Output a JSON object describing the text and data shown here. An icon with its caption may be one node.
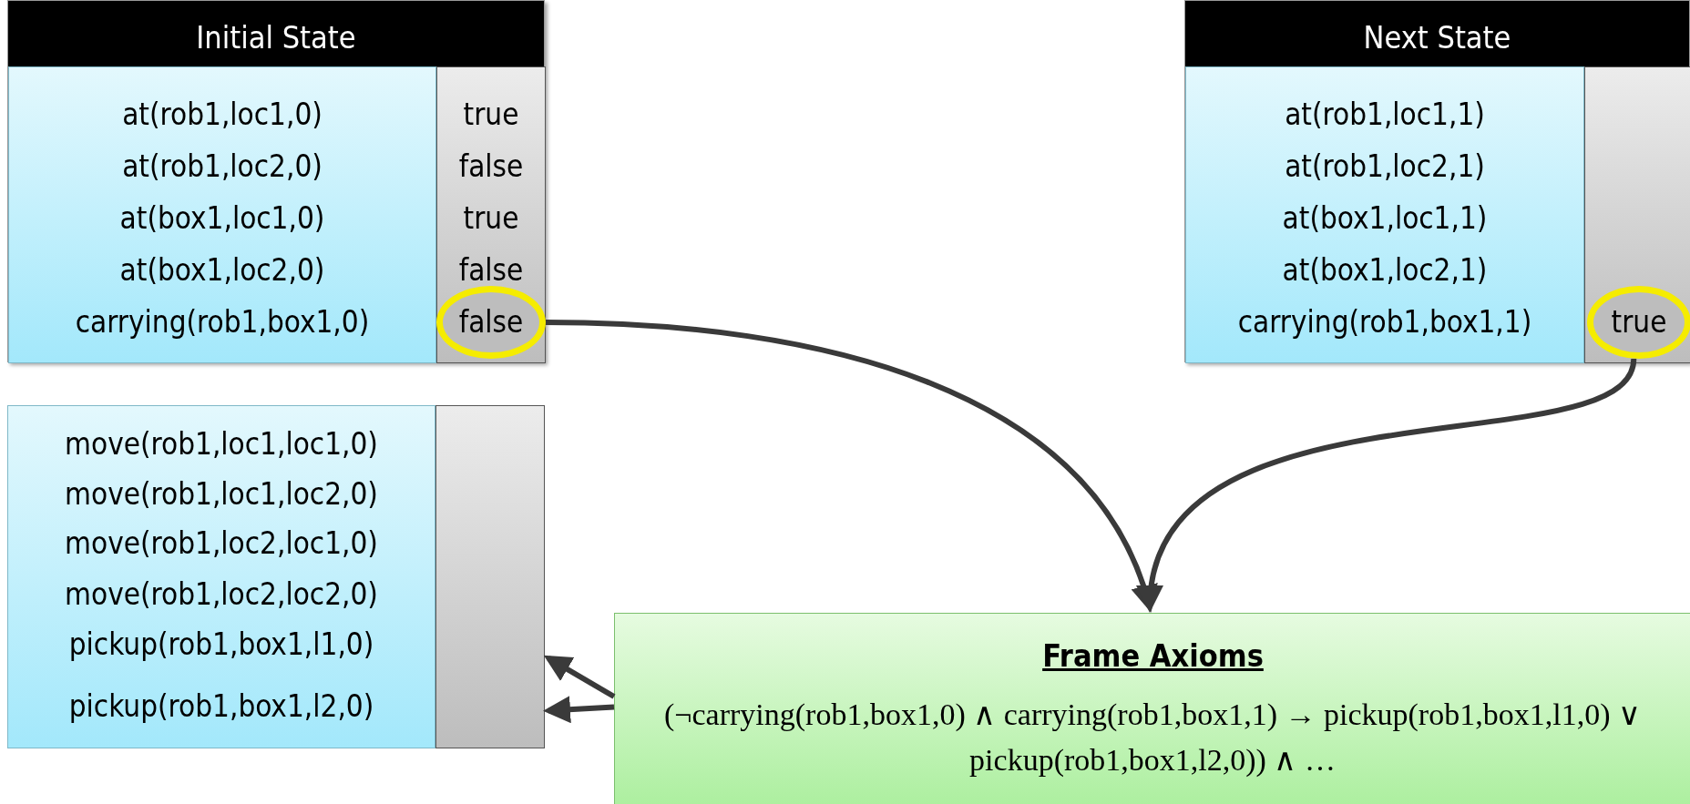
{
  "diagram": {
    "nodes": [
      {
        "text": [
          "Initial State"
        ]
      },
      {
        "text": [
          "at(rob1,loc1,0)",
          "at(rob1,loc2,0)",
          "at(box1,loc1,0)",
          "at(box1,loc2,0)",
          "carrying(rob1,box1,0)"
        ],
        "in": 0
      },
      {
        "text": [
          "true",
          "false",
          "true",
          "false"
        ],
        "in": 0
      },
      {
        "text": [
          "false"
        ],
        "in": 2
      },
      {
        "text": [
          "Next State"
        ]
      },
      {
        "text": [
          "at(rob1,loc1,1)",
          "at(rob1,loc2,1)",
          "at(box1,loc1,1)",
          "at(box1,loc2,1)",
          "carrying(rob1,box1,1)"
        ],
        "in": 4
      },
      {
        "text": [],
        "shape": "box",
        "in": 4
      },
      {
        "text": [
          "true"
        ],
        "in": 6
      },
      {
        "text": [
          "move(rob1,loc1,loc1,0)",
          "move(rob1,loc1,loc2,0)",
          "move(rob1,loc2,loc1,0)",
          "move(rob1,loc2,loc2,0)",
          "pickup(rob1,box1,l1,0)",
          "pickup(rob1,box1,l2,0)"
        ]
      },
      {
        "text": [],
        "shape": "box"
      },
      {
        "text": [
          "Frame Axioms",
          "(¬carrying(rob1,box1,0) ∧ carrying(rob1,box1,1) → pickup(rob1,box1,l1,0) ∨ pickup(rob1,box1,l2,0)) ∧ …"
        ]
      }
    ],
    "edges": [
      {
        "from": 3,
        "to": 10,
        "arrow": "to"
      },
      {
        "from": 7,
        "to": 10,
        "arrow": "to"
      },
      {
        "from": 10,
        "to": 9,
        "arrow": "to"
      },
      {
        "from": 10,
        "to": 9,
        "arrow": "to"
      }
    ]
  }
}
